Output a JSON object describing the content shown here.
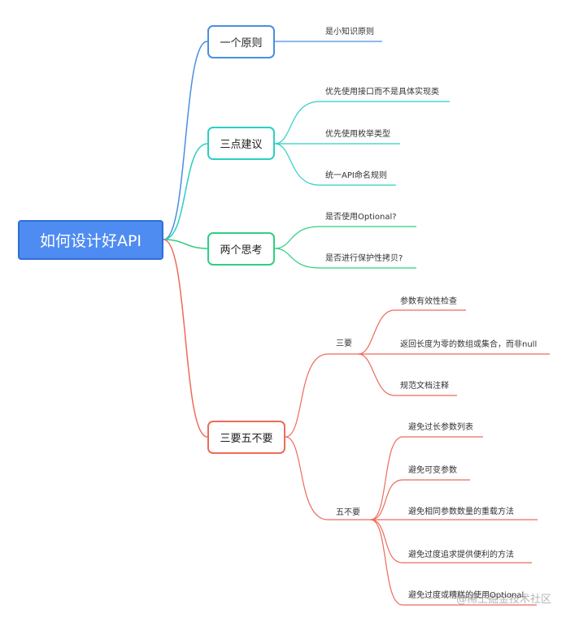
{
  "root": {
    "label": "如何设计好API"
  },
  "branches": {
    "b1": {
      "label": "一个原则",
      "leaves": [
        "是小知识原则"
      ]
    },
    "b2": {
      "label": "三点建议",
      "leaves": [
        "优先使用接口而不是具体实现类",
        "优先使用枚举类型",
        "统一API命名规则"
      ]
    },
    "b3": {
      "label": "两个思考",
      "leaves": [
        "是否使用Optional?",
        "是否进行保护性拷贝?"
      ]
    },
    "b4": {
      "label": "三要五不要",
      "sub1": {
        "label": "三要",
        "leaves": [
          "参数有效性检查",
          "返回长度为零的数组或集合，而非null",
          "规范文档注释"
        ]
      },
      "sub2": {
        "label": "五不要",
        "leaves": [
          "避免过长参数列表",
          "避免可变参数",
          "避免相同参数数量的重载方法",
          "避免过度追求提供便利的方法",
          "避免过度或糟糕的使用Optional"
        ]
      }
    }
  },
  "colors": {
    "blue": "#4a8fe0",
    "teal": "#2ccfc4",
    "green": "#2fcf82",
    "red": "#ee6b5b",
    "root": "#4f8cf1"
  },
  "watermark": "@稀土掘金技术社区"
}
